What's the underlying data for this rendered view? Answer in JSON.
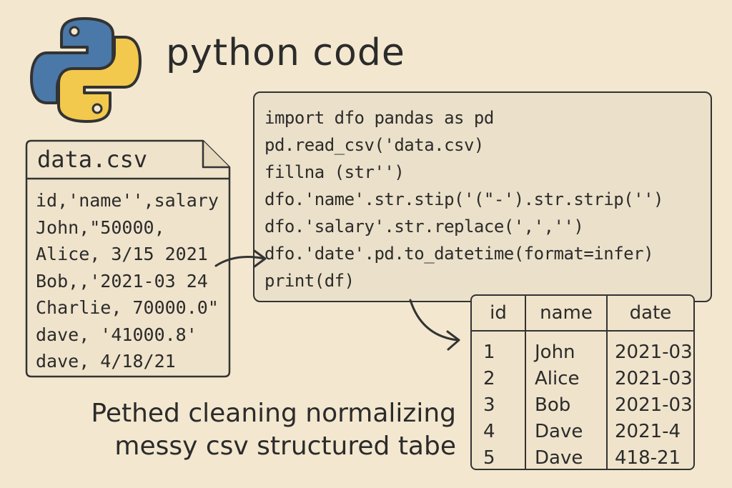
{
  "title": "python code",
  "colors": {
    "logo_blue": "#4a78a8",
    "logo_yellow": "#f2c94c",
    "background": "#f3e7cf",
    "ink": "#2b2b2b"
  },
  "file": {
    "name": "data.csv",
    "icon": "document-icon",
    "lines": [
      "id,'name'',salary",
      "John,\"50000,",
      "Alice, 3/15 2021",
      "Bob,,'2021-03 24",
      "Charlie, 70000.0\"",
      "dave, '41000.8'",
      "dave, 4/18/21"
    ]
  },
  "code": {
    "lines": [
      "import dfo pandas as pd",
      "pd.read_csv('data.csv)",
      "fillna (str'')",
      "dfo.'name'.str.stip('(\"-').str.strip('')",
      "dfo.'salary'.str.replace(',','')",
      "dfo.'date'.pd.to_datetime(format=infer)",
      "print(df)"
    ]
  },
  "table": {
    "headers": [
      "id",
      "name",
      "date"
    ],
    "rows": [
      [
        "1",
        "John",
        "2021-03"
      ],
      [
        "2",
        "Alice",
        "2021-03"
      ],
      [
        "3",
        "Bob",
        "2021-03"
      ],
      [
        "4",
        "Dave",
        "2021-4"
      ],
      [
        "5",
        "Dave",
        "418-21"
      ]
    ]
  },
  "caption": [
    "Pethed cleaning normalizing",
    "messy csv structured tabe"
  ]
}
